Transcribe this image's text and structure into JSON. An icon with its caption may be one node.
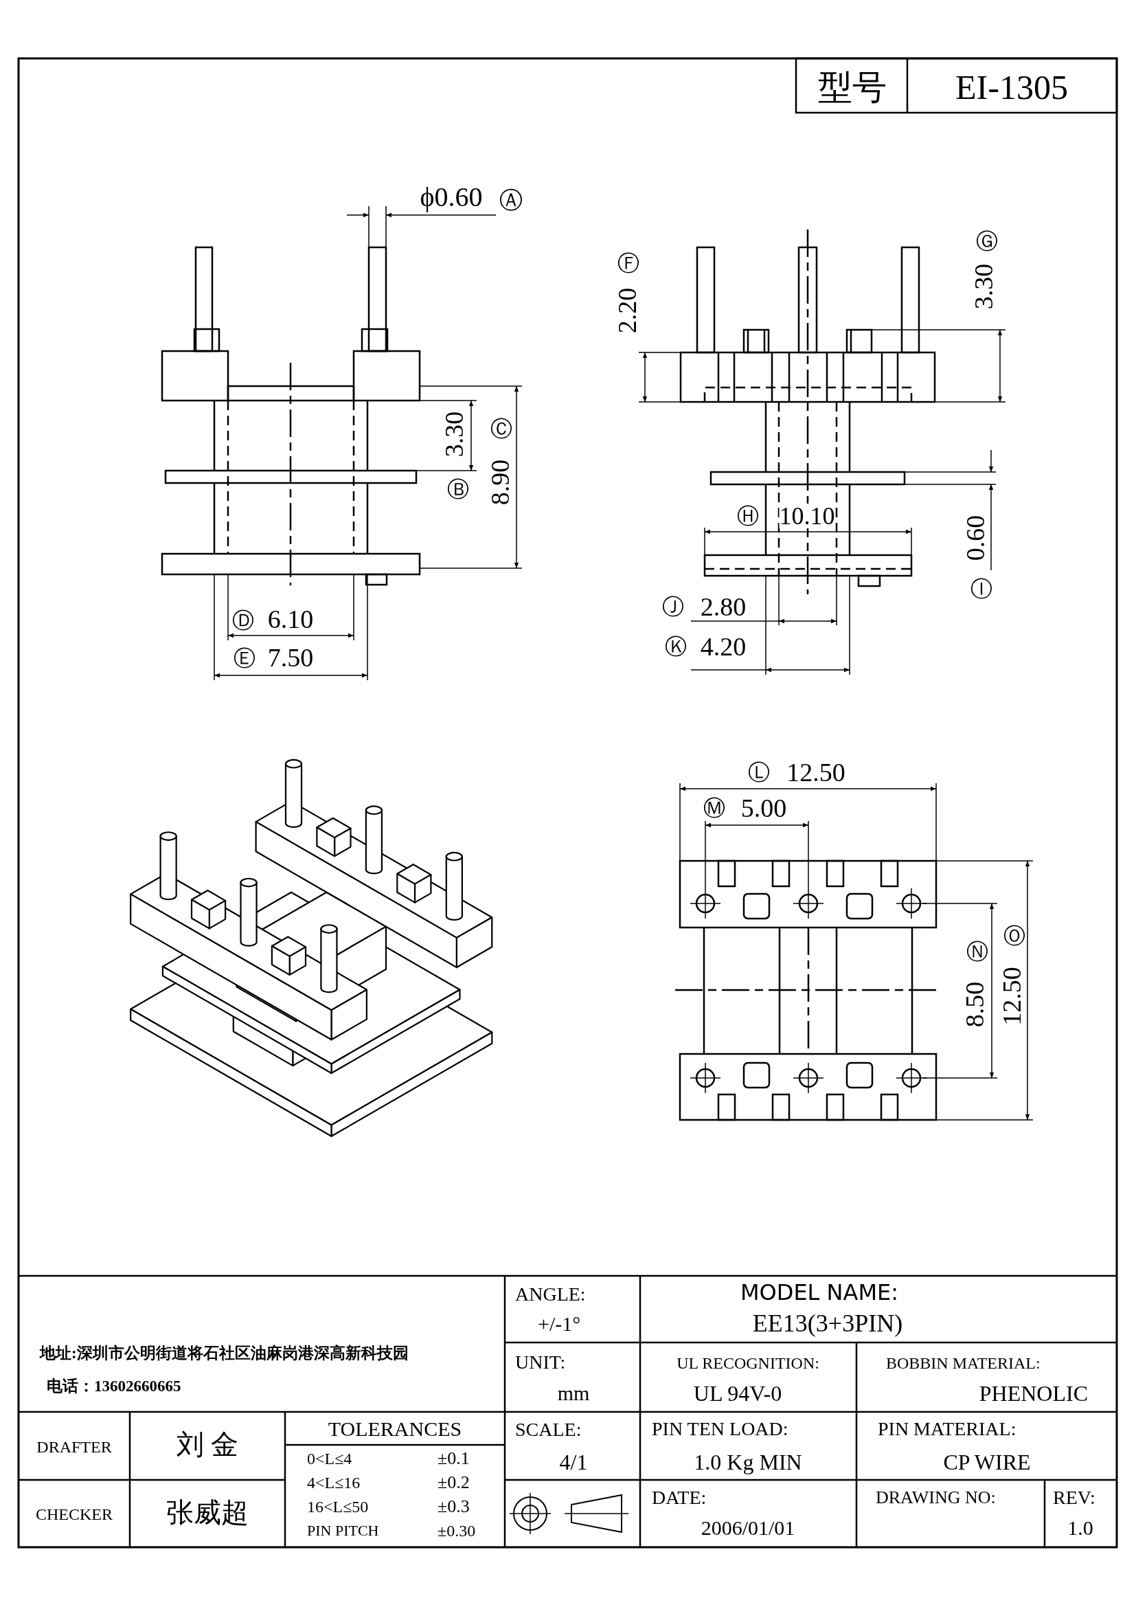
{
  "diagram": {
    "labels": [
      "型号",
      "EI-1305",
      "ϕ0.60",
      "Ⓐ",
      "Ⓕ",
      "2.20",
      "Ⓖ",
      "3.30",
      "3.30",
      "Ⓒ",
      "8.90",
      "Ⓑ",
      "Ⓗ",
      "10.10",
      "0.60",
      "Ⓘ",
      "Ⓓ",
      "6.10",
      "Ⓙ",
      "2.80",
      "Ⓔ",
      "7.50",
      "Ⓚ",
      "4.20",
      "Ⓛ",
      "12.50",
      "Ⓜ",
      "5.00",
      "Ⓝ",
      "8.50",
      "Ⓞ",
      "12.50",
      "地址:深圳市公明街道将石社区油麻岗港深高新科技园",
      "电话：13602660665",
      "ANGLE:",
      "+/-1°",
      "MODEL NAME:",
      "EE13(3+3PIN)",
      "UNIT:",
      "mm",
      "UL RECOGNITION:",
      "UL 94V-0",
      "BOBBIN MATERIAL:",
      "PHENOLIC",
      "DRAFTER",
      "刘 金",
      "TOLERANCES",
      "SCALE:",
      "PIN TEN LOAD:",
      "PIN MATERIAL:",
      "0<L≤4",
      "±0.1",
      "4/1",
      "1.0 Kg MIN",
      "CP WIRE",
      "4<L≤16",
      "±0.2",
      "CHECKER",
      "张威超",
      "16<L≤50",
      "±0.3",
      "DATE:",
      "DRAWING NO:",
      "REV:",
      "PIN PITCH",
      "±0.30",
      "2006/01/01",
      "1.0"
    ]
  }
}
